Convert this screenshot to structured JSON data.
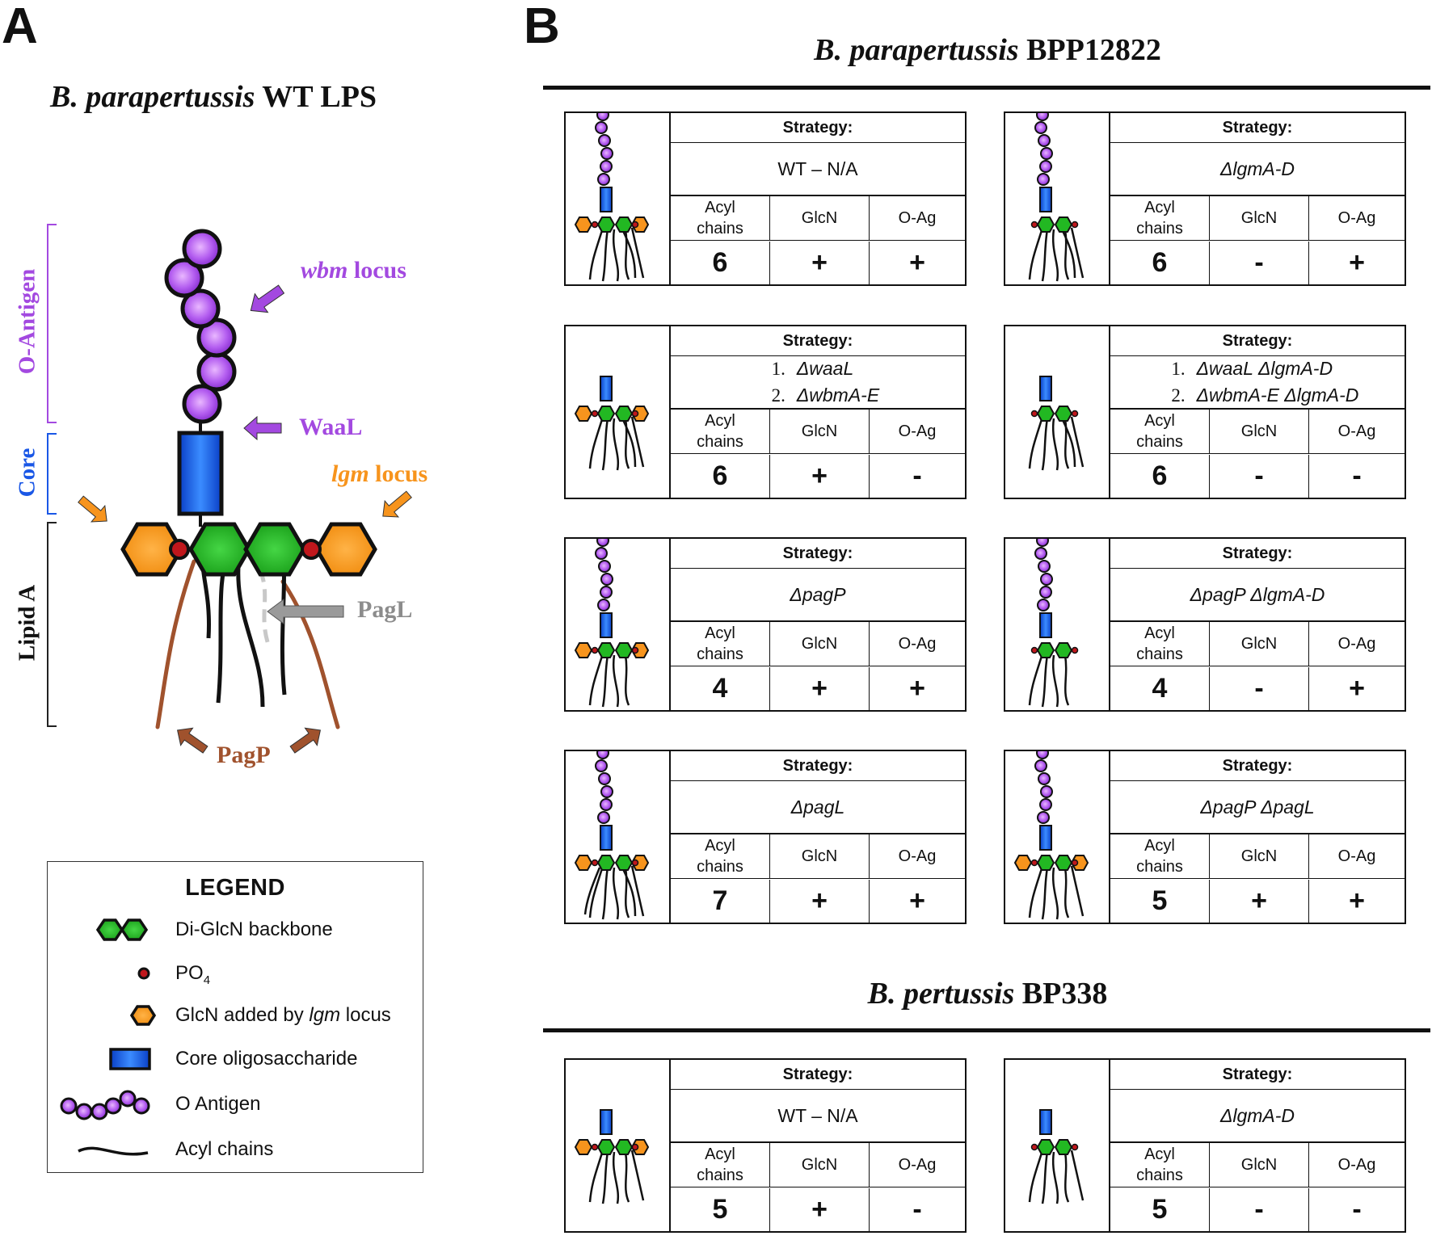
{
  "panel_a": {
    "letter": "A",
    "title_italic": "B. parapertussis",
    "title_rest": " WT LPS",
    "regions": {
      "o_antigen": "O-Antigen",
      "core": "Core",
      "lipid_a": "Lipid A"
    },
    "annotations": {
      "wbm_italic": "wbm",
      "wbm_rest": " locus",
      "waal": "WaaL",
      "lgm_italic": "lgm",
      "lgm_rest": " locus",
      "pagl": "PagL",
      "pagp": "PagP"
    },
    "legend": {
      "title": "LEGEND",
      "items": [
        {
          "icon": "di-glcn-icon",
          "text": "Di-GlcN backbone"
        },
        {
          "icon": "po4-icon",
          "text": "PO",
          "sub": "4"
        },
        {
          "icon": "glcn-lgm-icon",
          "text_pre": "GlcN added by ",
          "text_italic": "lgm",
          "text_post": " locus"
        },
        {
          "icon": "core-icon",
          "text": "Core oligosaccharide"
        },
        {
          "icon": "o-antigen-icon",
          "text": "O Antigen"
        },
        {
          "icon": "acyl-chain-icon",
          "text": "Acyl chains"
        }
      ]
    },
    "colors": {
      "o_antigen": "#a349e0",
      "core": "#1a57e6",
      "glcn": "#22b822",
      "lgm": "#f7941d",
      "po4": "#c0171c",
      "pagp": "#a0522d",
      "pagl": "#8c8c8c"
    }
  },
  "panel_b": {
    "letter": "B",
    "section1_title_italic": "B. parapertussis",
    "section1_title_rest": " BPP12822",
    "section2_title_italic": "B. pertussis",
    "section2_title_rest": " BP338",
    "strategy_label": "Strategy:",
    "headers": {
      "acyl_line1": "Acyl",
      "acyl_line2": "chains",
      "glcn": "GlcN",
      "oag": "O-Ag"
    },
    "cards": [
      {
        "strategy": "WT – N/A",
        "acyl": "6",
        "glcn": "+",
        "oag": "+"
      },
      {
        "strategy": "ΔlgmA-D",
        "acyl": "6",
        "glcn": "-",
        "oag": "+"
      },
      {
        "strategy_line1_num": "1.",
        "strategy_line1": "ΔwaaL",
        "strategy_line2_num": "2.",
        "strategy_line2": "ΔwbmA-E",
        "acyl": "6",
        "glcn": "+",
        "oag": "-"
      },
      {
        "strategy_line1_num": "1.",
        "strategy_line1": "ΔwaaL ΔlgmA-D",
        "strategy_line2_num": "2.",
        "strategy_line2": "ΔwbmA-E ΔlgmA-D",
        "acyl": "6",
        "glcn": "-",
        "oag": "-"
      },
      {
        "strategy": "ΔpagP",
        "acyl": "4",
        "glcn": "+",
        "oag": "+"
      },
      {
        "strategy": "ΔpagP ΔlgmA-D",
        "acyl": "4",
        "glcn": "-",
        "oag": "+"
      },
      {
        "strategy": "ΔpagL",
        "acyl": "7",
        "glcn": "+",
        "oag": "+"
      },
      {
        "strategy": "ΔpagP ΔpagL",
        "acyl": "5",
        "glcn": "+",
        "oag": "+"
      },
      {
        "strategy": "WT – N/A",
        "acyl": "5",
        "glcn": "+",
        "oag": "-"
      },
      {
        "strategy": "ΔlgmA-D",
        "acyl": "5",
        "glcn": "-",
        "oag": "-"
      }
    ]
  }
}
